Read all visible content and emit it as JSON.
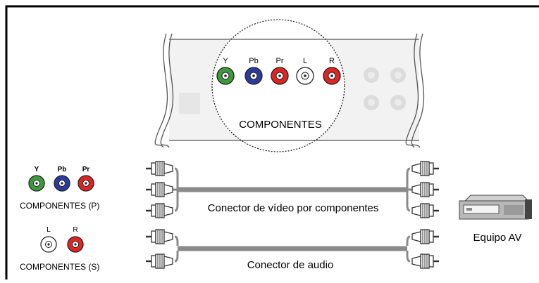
{
  "panel": {
    "jack_labels": [
      "Y",
      "Pb",
      "Pr",
      "L",
      "R"
    ],
    "section_label": "COMPONENTES"
  },
  "left": {
    "p_jack_labels": [
      "Y",
      "Pb",
      "Pr"
    ],
    "p_label": "COMPONENTES (P)",
    "s_jack_labels": [
      "L",
      "R"
    ],
    "s_label": "COMPONENTES (S)"
  },
  "cables": {
    "video_label": "Conector de vídeo por componentes",
    "audio_label": "Conector de audio"
  },
  "device": {
    "label": "Equipo AV"
  },
  "colors": {
    "green": "#3c9a3c",
    "blue": "#2a3b9e",
    "red": "#e02424",
    "white": "#ffffff",
    "cable": "#8a8a8a"
  }
}
